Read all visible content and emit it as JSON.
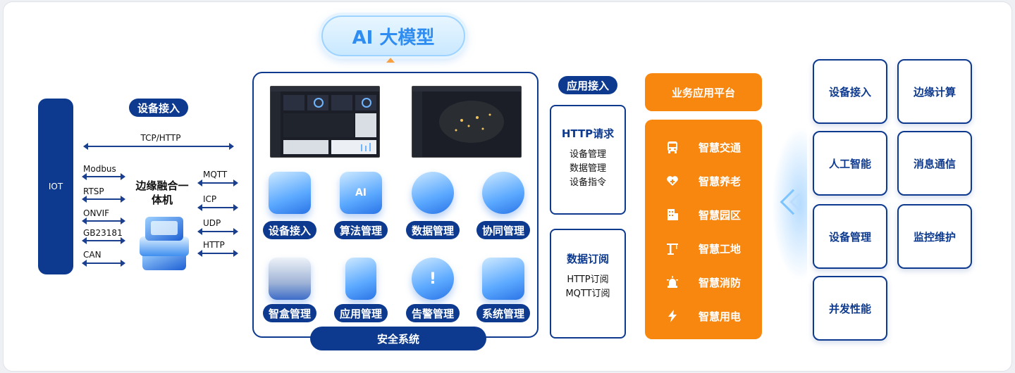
{
  "iot": {
    "label": "IOT"
  },
  "device_access": {
    "label": "设备接入"
  },
  "top_protocol": "TCP/HTTP",
  "left_protocols": [
    "Modbus",
    "RTSP",
    "ONVIF",
    "GB23181",
    "CAN"
  ],
  "right_protocols": [
    "MQTT",
    "ICP",
    "UDP",
    "HTTP"
  ],
  "edge_device": {
    "line1": "边缘融合一",
    "line2": "体机"
  },
  "ai_model": {
    "label": "AI 大模型"
  },
  "modules": [
    {
      "label": "设备接入",
      "icon": "device-access-icon"
    },
    {
      "label": "算法管理",
      "icon": "ai-chip-icon"
    },
    {
      "label": "数据管理",
      "icon": "database-icon"
    },
    {
      "label": "协同管理",
      "icon": "collaboration-icon"
    },
    {
      "label": "智盒管理",
      "icon": "server-box-icon"
    },
    {
      "label": "应用管理",
      "icon": "app-cube-icon"
    },
    {
      "label": "告警管理",
      "icon": "alarm-icon"
    },
    {
      "label": "系统管理",
      "icon": "system-cube-icon"
    }
  ],
  "security": {
    "label": "安全系统"
  },
  "app_access": {
    "label": "应用接入",
    "http": {
      "title": "HTTP请求",
      "items": [
        "设备管理",
        "数据管理",
        "设备指令"
      ]
    },
    "subscribe": {
      "title": "数据订阅",
      "items": [
        "HTTP订阅",
        "MQTT订阅"
      ]
    }
  },
  "business": {
    "title": "业务应用平台",
    "items": [
      {
        "label": "智慧交通",
        "icon": "bus-icon"
      },
      {
        "label": "智慧养老",
        "icon": "heart-care-icon"
      },
      {
        "label": "智慧园区",
        "icon": "building-icon"
      },
      {
        "label": "智慧工地",
        "icon": "crane-icon"
      },
      {
        "label": "智慧消防",
        "icon": "alarm-light-icon"
      },
      {
        "label": "智慧用电",
        "icon": "lightning-icon"
      }
    ]
  },
  "capabilities": [
    "设备接入",
    "边缘计算",
    "人工智能",
    "消息通信",
    "设备管理",
    "监控维护",
    "并发性能"
  ],
  "colors": {
    "navy": "#0d3a8f",
    "orange": "#f7870f",
    "ai_blue": "#2f8cf0"
  }
}
